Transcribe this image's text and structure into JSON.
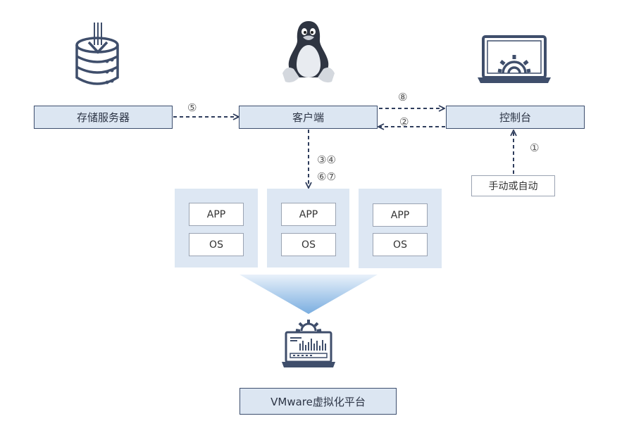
{
  "nodes": {
    "storage": "存储服务器",
    "client": "客户端",
    "console": "控制台",
    "trigger": "手动或自动",
    "platform": "VMware虚拟化平台"
  },
  "vms": [
    {
      "app": "APP",
      "os": "OS"
    },
    {
      "app": "APP",
      "os": "OS"
    },
    {
      "app": "APP",
      "os": "OS"
    }
  ],
  "steps": {
    "s1": "①",
    "s2": "②",
    "s34": "③④",
    "s5": "⑤",
    "s67": "⑥⑦",
    "s8": "⑧"
  },
  "icons": [
    "database-download-icon",
    "linux-penguin-icon",
    "laptop-gear-icon",
    "laptop-monitor-gear-icon"
  ],
  "colors": {
    "box_fill": "#dce6f2",
    "border": "#3d4e6e",
    "arrow": "#2f3d5c",
    "icon": "#3f4e6b",
    "beam": "#7aaee0"
  }
}
